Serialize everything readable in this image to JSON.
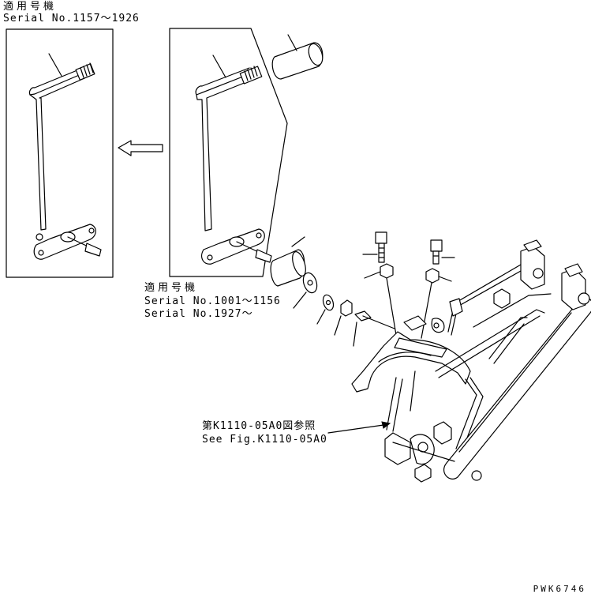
{
  "top_left_label": {
    "jp": "適用号機",
    "serial": "Serial No.1157〜1926"
  },
  "middle_label": {
    "jp": "適用号機",
    "serial_1": "Serial No.1001〜1156",
    "serial_2": "Serial No.1927〜"
  },
  "reference_label": {
    "jp": "第K1110-05A0図参照",
    "en": "See Fig.K1110-05A0"
  },
  "drawing_code": "PWK6746"
}
